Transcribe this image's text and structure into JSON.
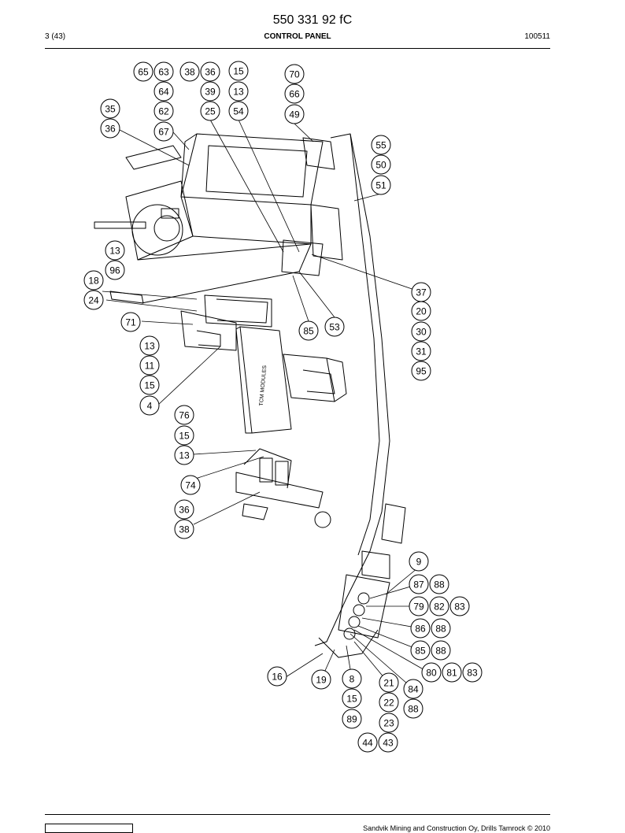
{
  "header": {
    "doc_number": "550 331 92 fC",
    "page": "3 (43)",
    "section": "CONTROL PANEL",
    "code": "100511"
  },
  "drawing": {
    "module_label": "TCM MODULES",
    "callouts": [
      "65",
      "63",
      "38",
      "36",
      "15",
      "70",
      "64",
      "39",
      "13",
      "66",
      "35",
      "62",
      "25",
      "54",
      "49",
      "36",
      "67",
      "55",
      "50",
      "51",
      "13",
      "96",
      "18",
      "24",
      "37",
      "20",
      "71",
      "85",
      "53",
      "30",
      "13",
      "31",
      "11",
      "95",
      "15",
      "4",
      "76",
      "15",
      "13",
      "74",
      "36",
      "38",
      "9",
      "87",
      "88",
      "79",
      "82",
      "83",
      "86",
      "88",
      "85",
      "88",
      "80",
      "81",
      "83",
      "16",
      "19",
      "8",
      "21",
      "84",
      "15",
      "22",
      "88",
      "89",
      "23",
      "44",
      "43"
    ]
  },
  "footer": {
    "copyright": "Sandvik Mining and Construction Oy, Drills Tamrock © 2010"
  }
}
